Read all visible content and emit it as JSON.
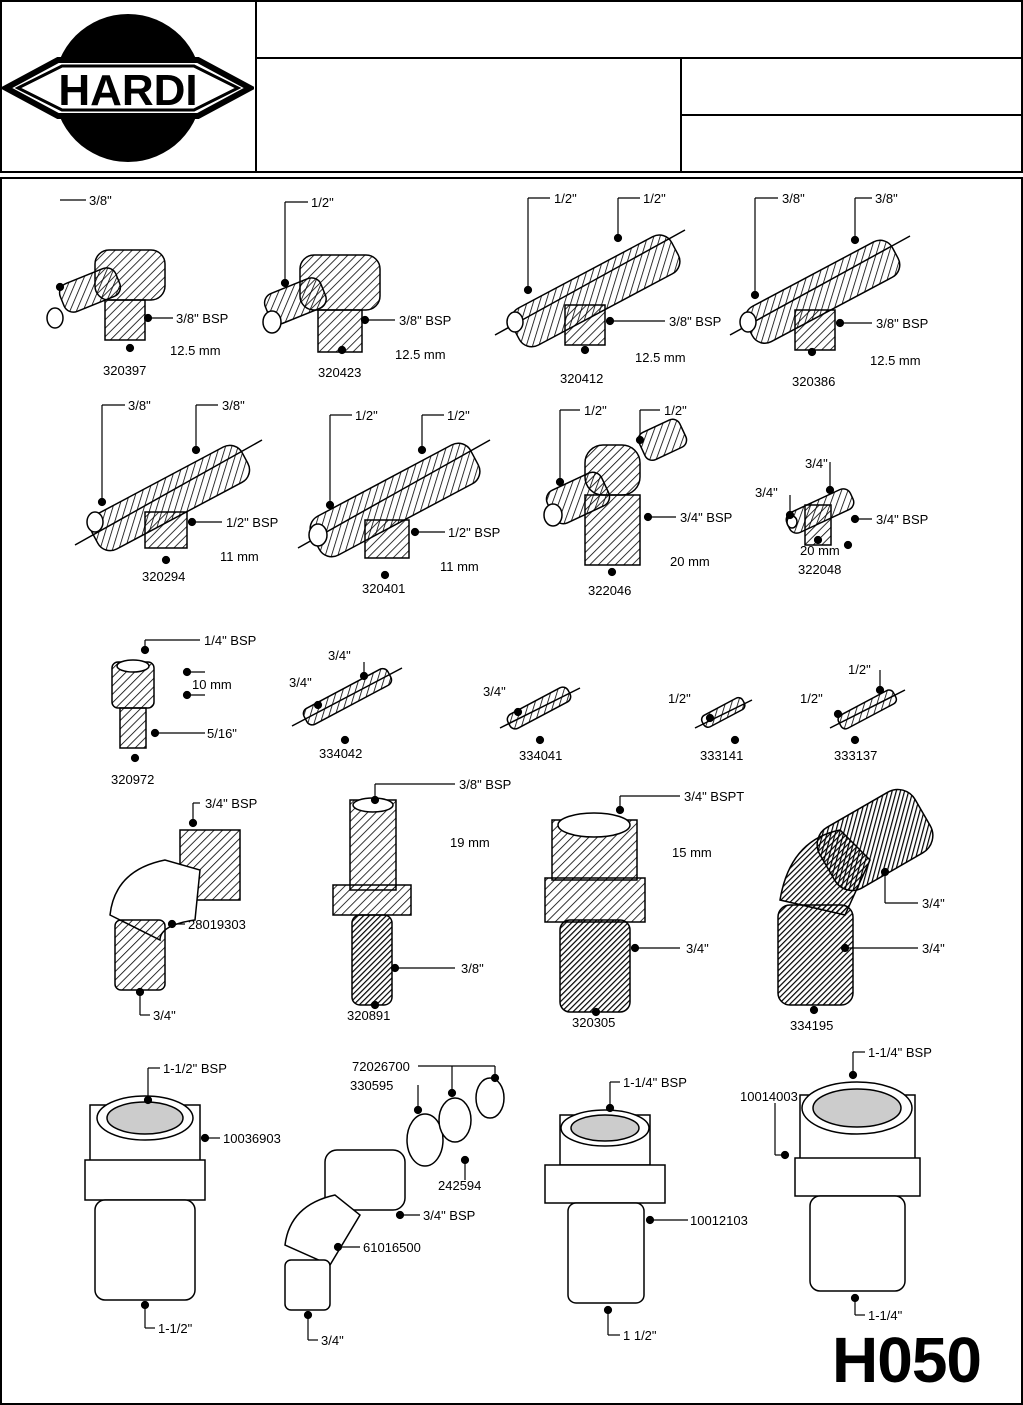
{
  "header": {
    "brand": "HARDI",
    "title": "",
    "subtitle": "",
    "field_right_top": "",
    "field_right_bottom": ""
  },
  "sheet_code": "H050",
  "labels": {
    "r1": {
      "a_size": "3/8\"",
      "a_bsp": "3/8\" BSP",
      "a_mm": "12.5 mm",
      "a_part": "320397",
      "b_size": "1/2\"",
      "b_bsp": "3/8\" BSP",
      "b_mm": "12.5 mm",
      "b_part": "320423",
      "c_size1": "1/2\"",
      "c_size2": "1/2\"",
      "c_bsp": "3/8\" BSP",
      "c_mm": "12.5 mm",
      "c_part": "320412",
      "d_size1": "3/8\"",
      "d_size2": "3/8\"",
      "d_bsp": "3/8\" BSP",
      "d_mm": "12.5 mm",
      "d_part": "320386"
    },
    "r2": {
      "a_size1": "3/8\"",
      "a_size2": "3/8\"",
      "a_bsp": "1/2\" BSP",
      "a_mm": "11 mm",
      "a_part": "320294",
      "b_size1": "1/2\"",
      "b_size2": "1/2\"",
      "b_bsp": "1/2\" BSP",
      "b_mm": "11 mm",
      "b_part": "320401",
      "c_size1": "1/2\"",
      "c_size2": "1/2\"",
      "c_bsp": "3/4\" BSP",
      "c_mm": "20 mm",
      "c_part": "322046",
      "d_size1": "3/4\"",
      "d_size2": "3/4\"",
      "d_bsp": "3/4\" BSP",
      "d_mm": "20 mm",
      "d_part": "322048"
    },
    "r3": {
      "a_bsp": "1/4\" BSP",
      "a_mm": "10 mm",
      "a_size": "5/16\"",
      "a_part": "320972",
      "b_size1": "3/4\"",
      "b_size2": "3/4\"",
      "b_part": "334042",
      "c_size": "3/4\"",
      "c_part": "334041",
      "d_size": "1/2\"",
      "d_part": "333141",
      "e_size1": "1/2\"",
      "e_size2": "1/2\"",
      "e_part": "333137"
    },
    "r4": {
      "a_bsp": "3/4\" BSP",
      "a_part": "28019303",
      "a_size": "3/4\"",
      "b_bsp": "3/8\" BSP",
      "b_mm": "19 mm",
      "b_size": "3/8\"",
      "b_part": "320891",
      "c_bsp": "3/4\" BSPT",
      "c_mm": "15 mm",
      "c_size": "3/4\"",
      "c_part": "320305",
      "d_size1": "3/4\"",
      "d_size2": "3/4\"",
      "d_part": "334195"
    },
    "r5": {
      "a_bsp": "1-1/2\" BSP",
      "a_part": "10036903",
      "a_size": "1-1/2\"",
      "b_part1": "72026700",
      "b_part2": "330595",
      "b_part3": "242594",
      "b_bsp": "3/4\" BSP",
      "b_part4": "61016500",
      "b_size": "3/4\"",
      "c_bsp": "1-1/4\" BSP",
      "c_part": "10012103",
      "c_size": "1 1/2\"",
      "d_bsp": "1-1/4\" BSP",
      "d_part": "10014003",
      "d_size": "1-1/4\""
    }
  },
  "icons": [
    "hardi-logo",
    "fitting-drawing"
  ]
}
